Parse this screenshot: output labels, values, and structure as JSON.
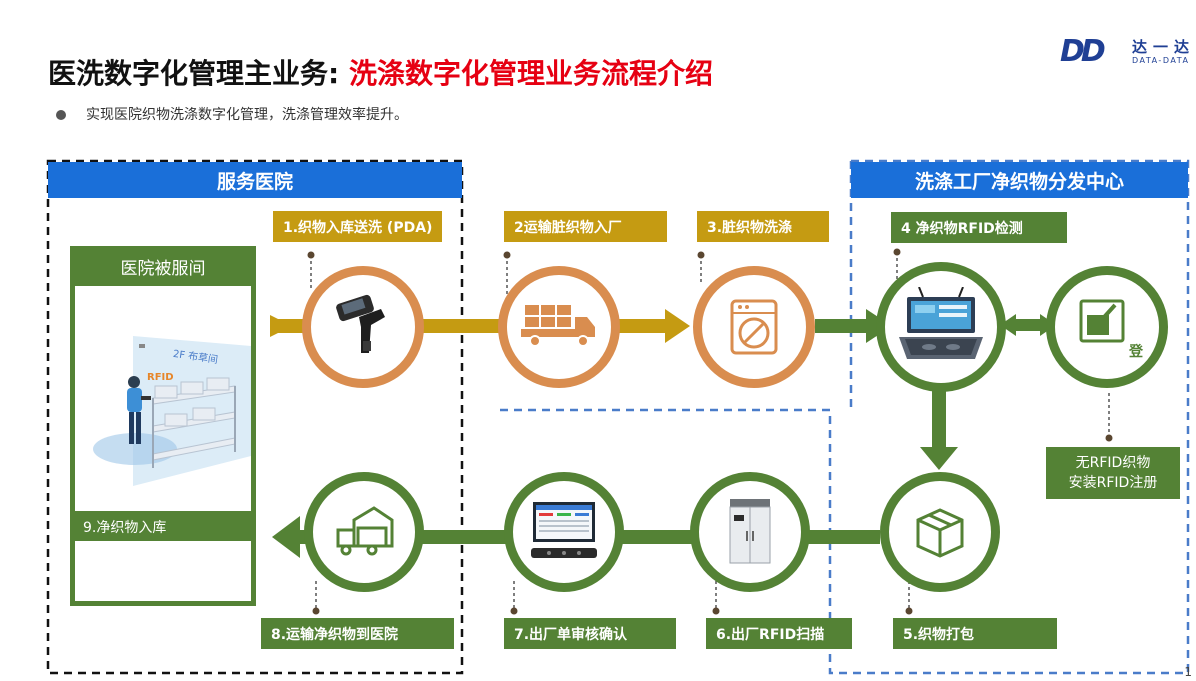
{
  "header": {
    "title_main": "医洗数字化管理主业务: ",
    "title_highlight": "洗涤数字化管理业务流程介绍",
    "bullet": "实现医院织物洗涤数字化管理，洗涤管理效率提升。"
  },
  "logo": {
    "mark": "DD",
    "name_cn": "达一达",
    "name_en": "DATA-DATA"
  },
  "sections": {
    "hospital": "服务医院",
    "factory": "洗涤工厂净织物分发中心"
  },
  "hospital_room": {
    "title": "医院被服间",
    "sign": "2F 布草间",
    "rfid": "RFID",
    "step9": "9.净织物入库"
  },
  "steps": {
    "s1": "1.织物入库送洗 (PDA)",
    "s2": "2运输脏织物入厂",
    "s3": "3.脏织物洗涤",
    "s4": "4 净织物RFID检测",
    "s5": "5.织物打包",
    "s6": "6.出厂RFID扫描",
    "s7": "7.出厂单审核确认",
    "s8": "8.运输净织物到医院"
  },
  "register": {
    "icon_char": "登",
    "note_line1": "无RFID织物",
    "note_line2": "安装RFID注册"
  },
  "colors": {
    "gold": "#c59b12",
    "orange": "#d98d4f",
    "green": "#548235",
    "blue": "#1a6fd9",
    "red": "#e60012"
  },
  "page_number": "1"
}
